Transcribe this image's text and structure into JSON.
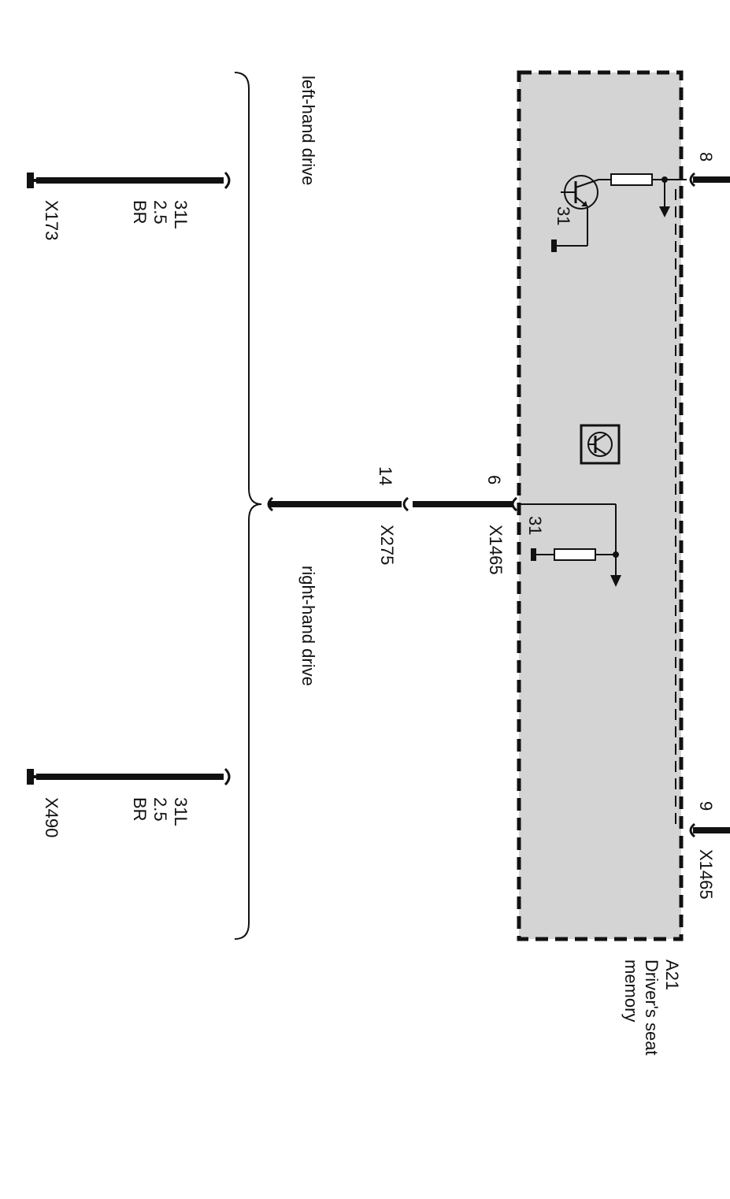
{
  "module": {
    "id": "A21",
    "name_line1": "Driver's seat",
    "name_line2": "memory",
    "fill_color": "#d4d4d4"
  },
  "pins": {
    "pin_top": "8",
    "pin_bottom": "9",
    "pin_middle": "6",
    "connector_x1465_middle": "X1465",
    "connector_x1465_bottom": "X1465",
    "connector_x275_pin": "14",
    "connector_x275": "X275"
  },
  "internal": {
    "ground_label_transistor": "31",
    "ground_label_resistor": "31"
  },
  "variants": {
    "left_hand_drive": "left-hand drive",
    "right_hand_drive": "right-hand drive"
  },
  "wires": [
    {
      "terminal": "31L",
      "gauge": "2.5",
      "color_code": "BR",
      "ground": "X173"
    },
    {
      "terminal": "31L",
      "gauge": "2.5",
      "color_code": "BR",
      "ground": "X490"
    }
  ],
  "icons": {
    "electronic_module": "transistor-in-box-icon",
    "ground": "ground-terminal-icon"
  }
}
